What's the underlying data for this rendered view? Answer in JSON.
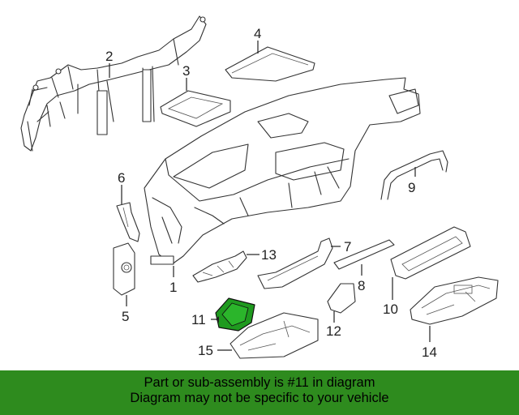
{
  "callouts": {
    "c1": "1",
    "c2": "2",
    "c3": "3",
    "c4": "4",
    "c5": "5",
    "c6": "6",
    "c7": "7",
    "c8": "8",
    "c9": "9",
    "c10": "10",
    "c11": "11",
    "c12": "12",
    "c13": "13",
    "c14": "14",
    "c15": "15"
  },
  "highlighted_part": "11",
  "colors": {
    "highlight": "#1f9a1f",
    "banner": "#2e8b1e"
  },
  "banner": {
    "line1": "Part or sub-assembly is #11 in diagram",
    "line2": "Diagram may not be specific to your vehicle"
  }
}
